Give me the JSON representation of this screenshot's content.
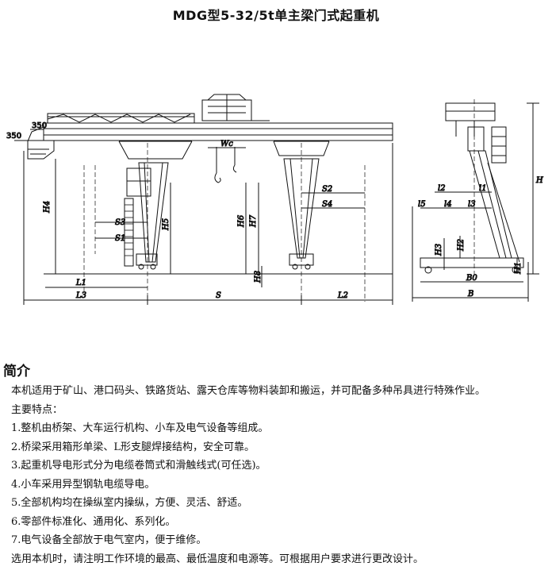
{
  "title": "MDG型5-32/5t单主梁门式起重机",
  "drawing": {
    "front_labels": {
      "d350a": "350",
      "d350b": "350",
      "wc": "Wc",
      "h4": "H4",
      "h5": "H5",
      "h6": "H6",
      "h7": "H7",
      "h8": "H8",
      "s1": "S1",
      "s2": "S2",
      "s3": "S3",
      "s4": "S4",
      "l1": "L1",
      "l2": "L2",
      "l3": "L3",
      "s": "S"
    },
    "side_labels": {
      "h": "H",
      "h1": "H1",
      "h2": "H2",
      "h3": "H3",
      "l1": "l1",
      "l2": "l2",
      "l3": "l3",
      "l4": "l4",
      "l5": "l5",
      "b0": "B0",
      "b": "B"
    }
  },
  "intro": {
    "heading": "简介",
    "lines": [
      "本机适用于矿山、港口码头、铁路货站、露天仓库等物料装卸和搬运，并可配备多种吊具进行特殊作业。",
      "主要特点：",
      "1.整机由桥架、大车运行机构、小车及电气设备等组成。",
      "2.桥梁采用箱形单梁、L形支腿焊接结构，安全可靠。",
      "3.起重机导电形式分为电缆卷筒式和滑触线式(可任选)。",
      "4.小车采用异型钢轨电缆导电。",
      "5.全部机构均在操纵室内操纵，方便、灵活、舒适。",
      "6.零部件标准化、通用化、系列化。",
      "7.电气设备全部放于电气室内，便于维修。",
      "选用本机时，请注明工作环境的最高、最低温度和电源等。可根据用户要求进行更改设计。"
    ]
  }
}
